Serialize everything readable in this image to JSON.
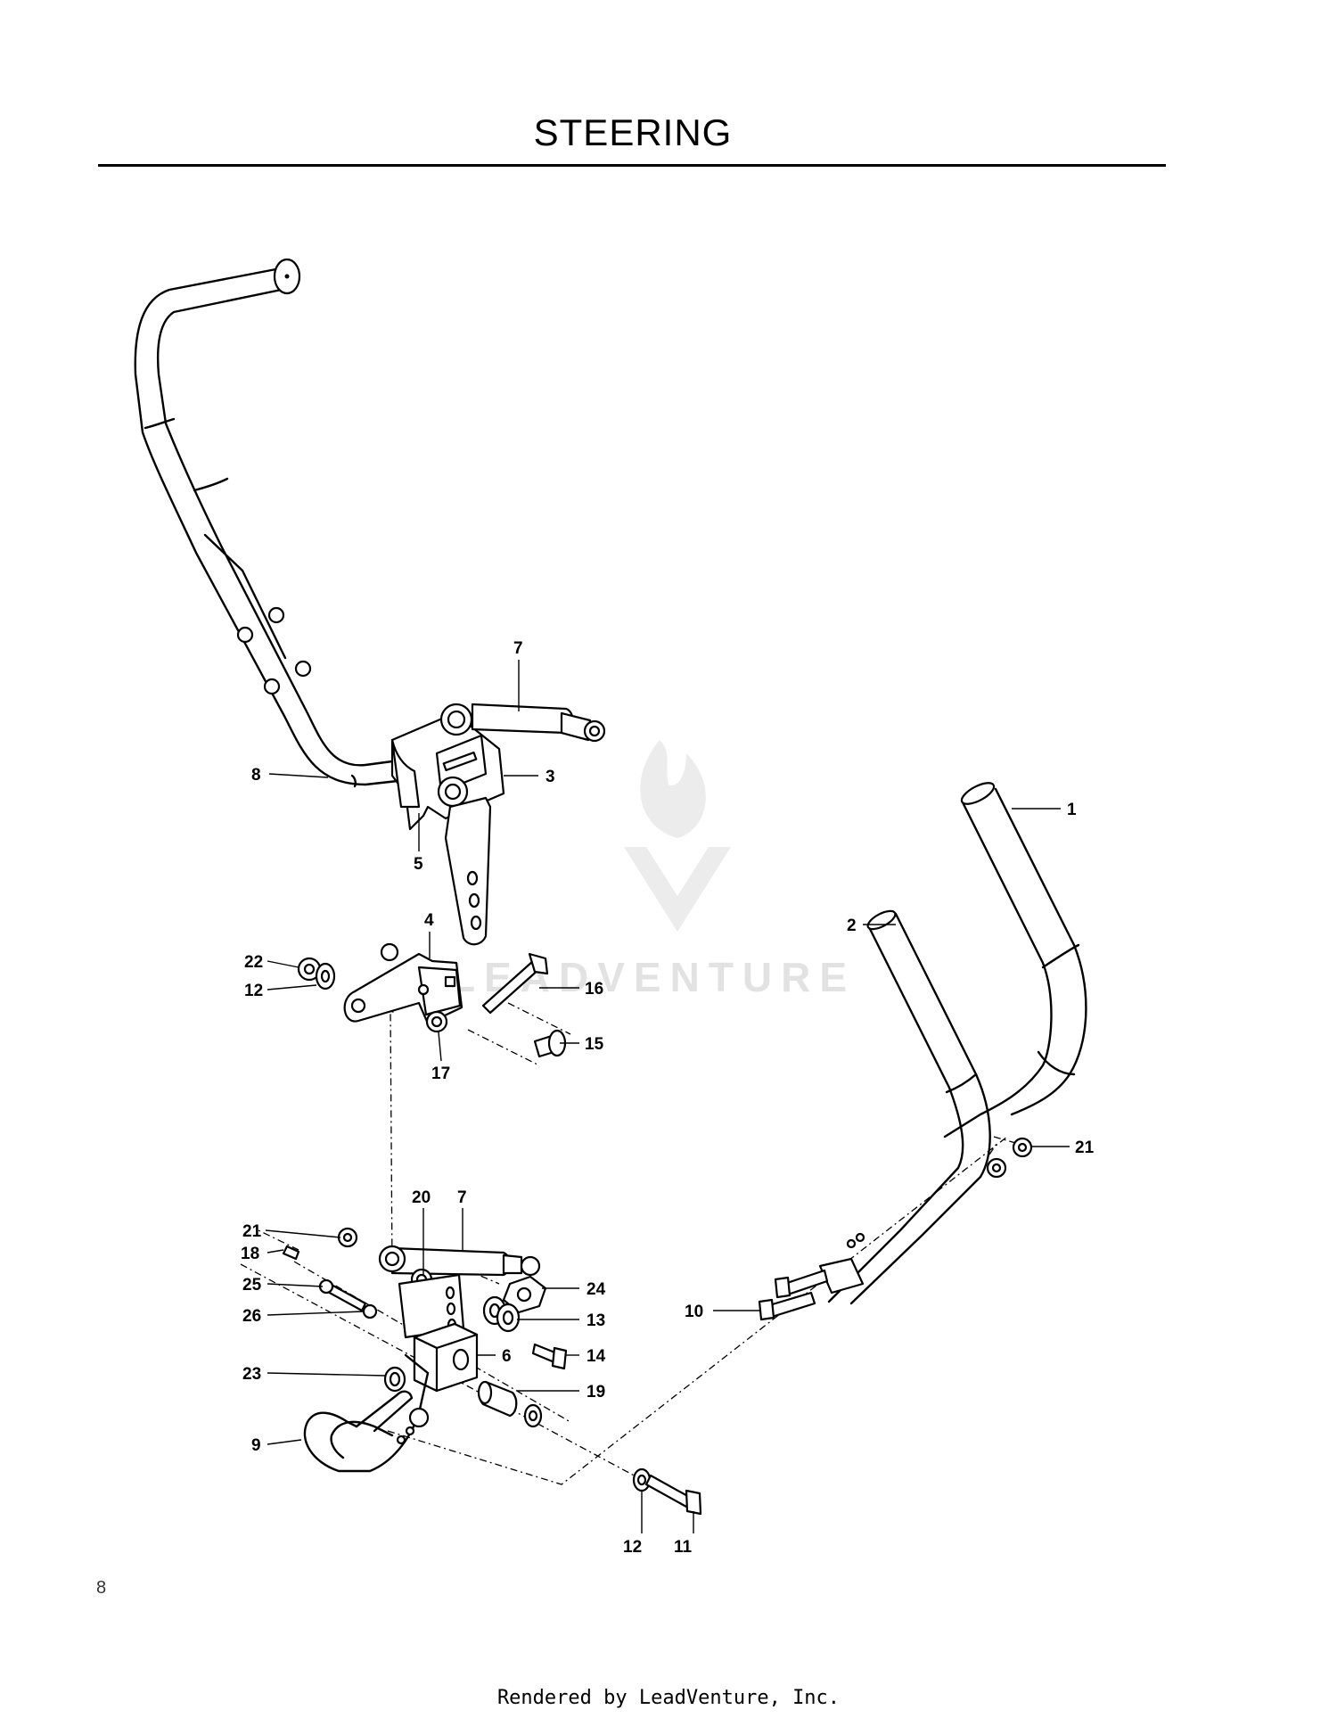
{
  "page": {
    "title": "STEERING",
    "page_number": "8",
    "footer": "Rendered by LeadVenture, Inc.",
    "watermark": "LEADVENTURE"
  },
  "callouts": [
    {
      "id": "c1",
      "label": "1"
    },
    {
      "id": "c2",
      "label": "2"
    },
    {
      "id": "c3",
      "label": "3"
    },
    {
      "id": "c4",
      "label": "4"
    },
    {
      "id": "c5",
      "label": "5"
    },
    {
      "id": "c6",
      "label": "6"
    },
    {
      "id": "c7a",
      "label": "7"
    },
    {
      "id": "c7b",
      "label": "7"
    },
    {
      "id": "c8",
      "label": "8"
    },
    {
      "id": "c9",
      "label": "9"
    },
    {
      "id": "c10",
      "label": "10"
    },
    {
      "id": "c11",
      "label": "11"
    },
    {
      "id": "c12a",
      "label": "12"
    },
    {
      "id": "c12b",
      "label": "12"
    },
    {
      "id": "c13",
      "label": "13"
    },
    {
      "id": "c14",
      "label": "14"
    },
    {
      "id": "c15",
      "label": "15"
    },
    {
      "id": "c16",
      "label": "16"
    },
    {
      "id": "c17",
      "label": "17"
    },
    {
      "id": "c18",
      "label": "18"
    },
    {
      "id": "c19",
      "label": "19"
    },
    {
      "id": "c20",
      "label": "20"
    },
    {
      "id": "c21a",
      "label": "21"
    },
    {
      "id": "c21b",
      "label": "21"
    },
    {
      "id": "c22",
      "label": "22"
    },
    {
      "id": "c23",
      "label": "23"
    },
    {
      "id": "c24",
      "label": "24"
    },
    {
      "id": "c25",
      "label": "25"
    },
    {
      "id": "c26",
      "label": "26"
    }
  ]
}
